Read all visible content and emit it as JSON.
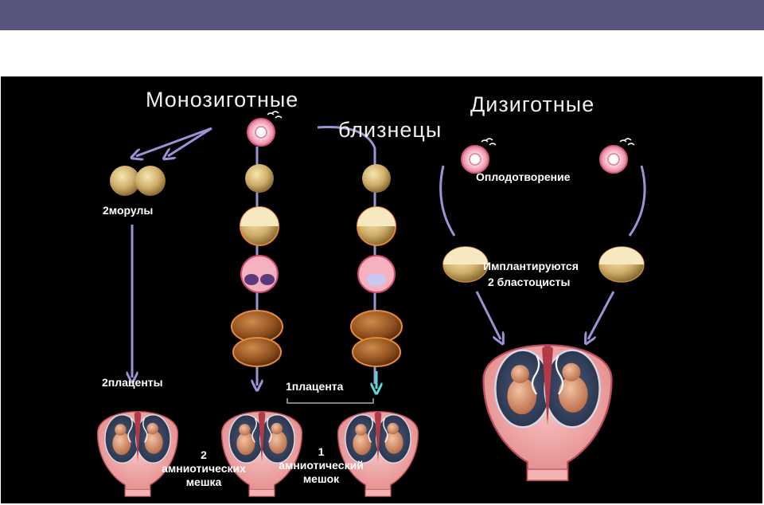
{
  "slide": {
    "colors": {
      "header_bar": "#58567f",
      "panel": "#000000",
      "arrow": "#9c93d6",
      "arrow_alt": "#5fd7d7"
    },
    "title_mono": "Монозиготные",
    "title_di_1": "Дизиготные",
    "title_di_2": "близнецы",
    "label_fertilization": "Оплодотворение",
    "label_morulae": "2морулы",
    "label_implant_1": "Имплантируются",
    "label_implant_2": "2 бластоцисты",
    "label_two_placentas": "2плаценты",
    "label_one_placenta": "1плацента",
    "label_two_sacs_1": "2",
    "label_two_sacs_2": "амниотических",
    "label_two_sacs_3": "мешка",
    "label_one_sac_1": "1",
    "label_one_sac_2": "амниотический",
    "label_one_sac_3": "мешок",
    "icons": [
      "zygote-icon",
      "morula-icon",
      "blastocyst-icon",
      "embryo-disc-icon",
      "uterus-with-twins-icon"
    ]
  }
}
